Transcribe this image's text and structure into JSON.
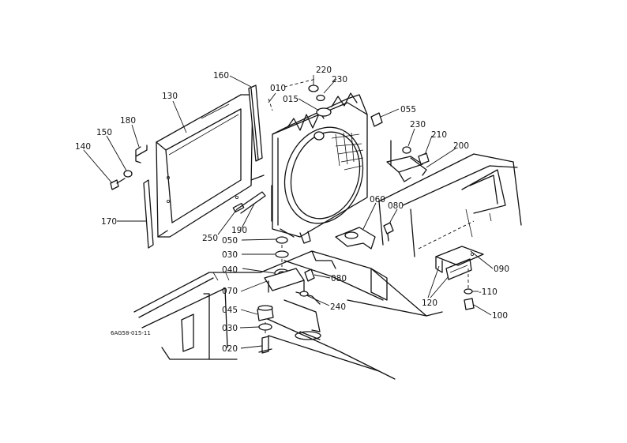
{
  "labels": [
    {
      "id": "p160",
      "text": "160"
    },
    {
      "id": "p130",
      "text": "130"
    },
    {
      "id": "p180",
      "text": "180"
    },
    {
      "id": "p150",
      "text": "150"
    },
    {
      "id": "p140",
      "text": "140"
    },
    {
      "id": "p170",
      "text": "170"
    },
    {
      "id": "p250",
      "text": "250"
    },
    {
      "id": "p190",
      "text": "190"
    },
    {
      "id": "p010",
      "text": "010"
    },
    {
      "id": "p220",
      "text": "220"
    },
    {
      "id": "p230a",
      "text": "230"
    },
    {
      "id": "p015",
      "text": "015"
    },
    {
      "id": "p055",
      "text": "055"
    },
    {
      "id": "p230b",
      "text": "230"
    },
    {
      "id": "p210",
      "text": "210"
    },
    {
      "id": "p200",
      "text": "200"
    },
    {
      "id": "p060",
      "text": "060"
    },
    {
      "id": "p080a",
      "text": "080"
    },
    {
      "id": "p050",
      "text": "050"
    },
    {
      "id": "p030a",
      "text": "030"
    },
    {
      "id": "p040",
      "text": "040"
    },
    {
      "id": "p080b",
      "text": "080"
    },
    {
      "id": "p070",
      "text": "070"
    },
    {
      "id": "p240",
      "text": "240"
    },
    {
      "id": "p045",
      "text": "045"
    },
    {
      "id": "p030b",
      "text": "030"
    },
    {
      "id": "p020",
      "text": "020"
    },
    {
      "id": "p090",
      "text": "090"
    },
    {
      "id": "p120",
      "text": "120"
    },
    {
      "id": "p110",
      "text": "-110"
    },
    {
      "id": "p100",
      "text": "100"
    }
  ],
  "drawing_code": "6AG58-015-11",
  "colors": {
    "line": "#111111",
    "background": "#ffffff"
  }
}
